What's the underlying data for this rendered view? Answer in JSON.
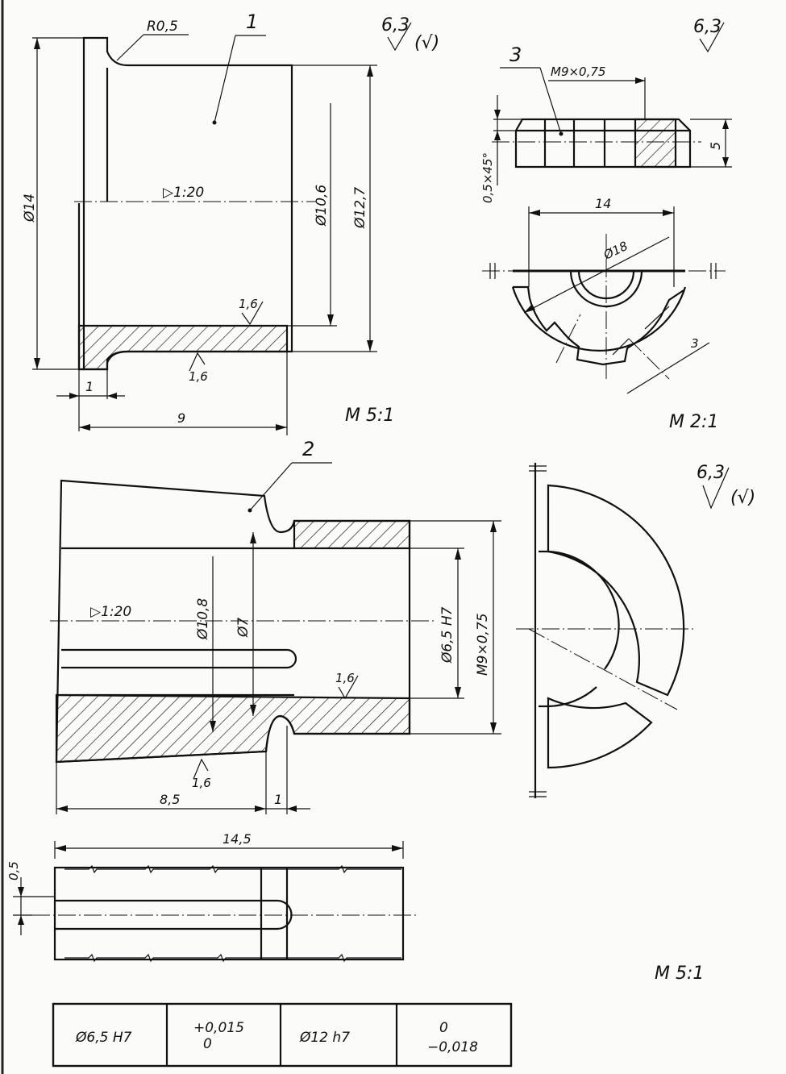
{
  "part1": {
    "number": "1",
    "radius": "R0,5",
    "roughness": "6,3",
    "roughness_extra": "(√)",
    "taper": "▷1:20",
    "dia_14": "Ø14",
    "dia_10_6": "Ø10,6",
    "dia_12_7": "Ø12,7",
    "rough_1_6_a": "1,6",
    "rough_1_6_b": "1,6",
    "dim_1": "1",
    "dim_9": "9",
    "scale": "M 5:1"
  },
  "part3": {
    "number": "3",
    "roughness": "6,3",
    "thread": "M9×0,75",
    "chamfer": "0,5×45°",
    "height": "5",
    "width": "14",
    "dia_18": "Ø18",
    "slot": "3",
    "scale": "M 2:1"
  },
  "part2": {
    "number": "2",
    "roughness": "6,3",
    "roughness_extra": "(√)",
    "taper": "▷1:20",
    "dia_10_8": "Ø10,8",
    "dia_7": "Ø7",
    "dia_6_5": "Ø6,5 H7",
    "thread": "M9×0,75",
    "rough_1_6_a": "1,6",
    "rough_1_6_b": "1,6",
    "dim_8_5": "8,5",
    "dim_1": "1",
    "dim_14_5": "14,5",
    "dim_0_5": "0,5",
    "scale": "M 5:1"
  },
  "tolerance_table": {
    "cells": [
      "Ø6,5 H7",
      "+0,015",
      "0",
      "Ø12 h7",
      "0",
      "−0,018"
    ]
  }
}
